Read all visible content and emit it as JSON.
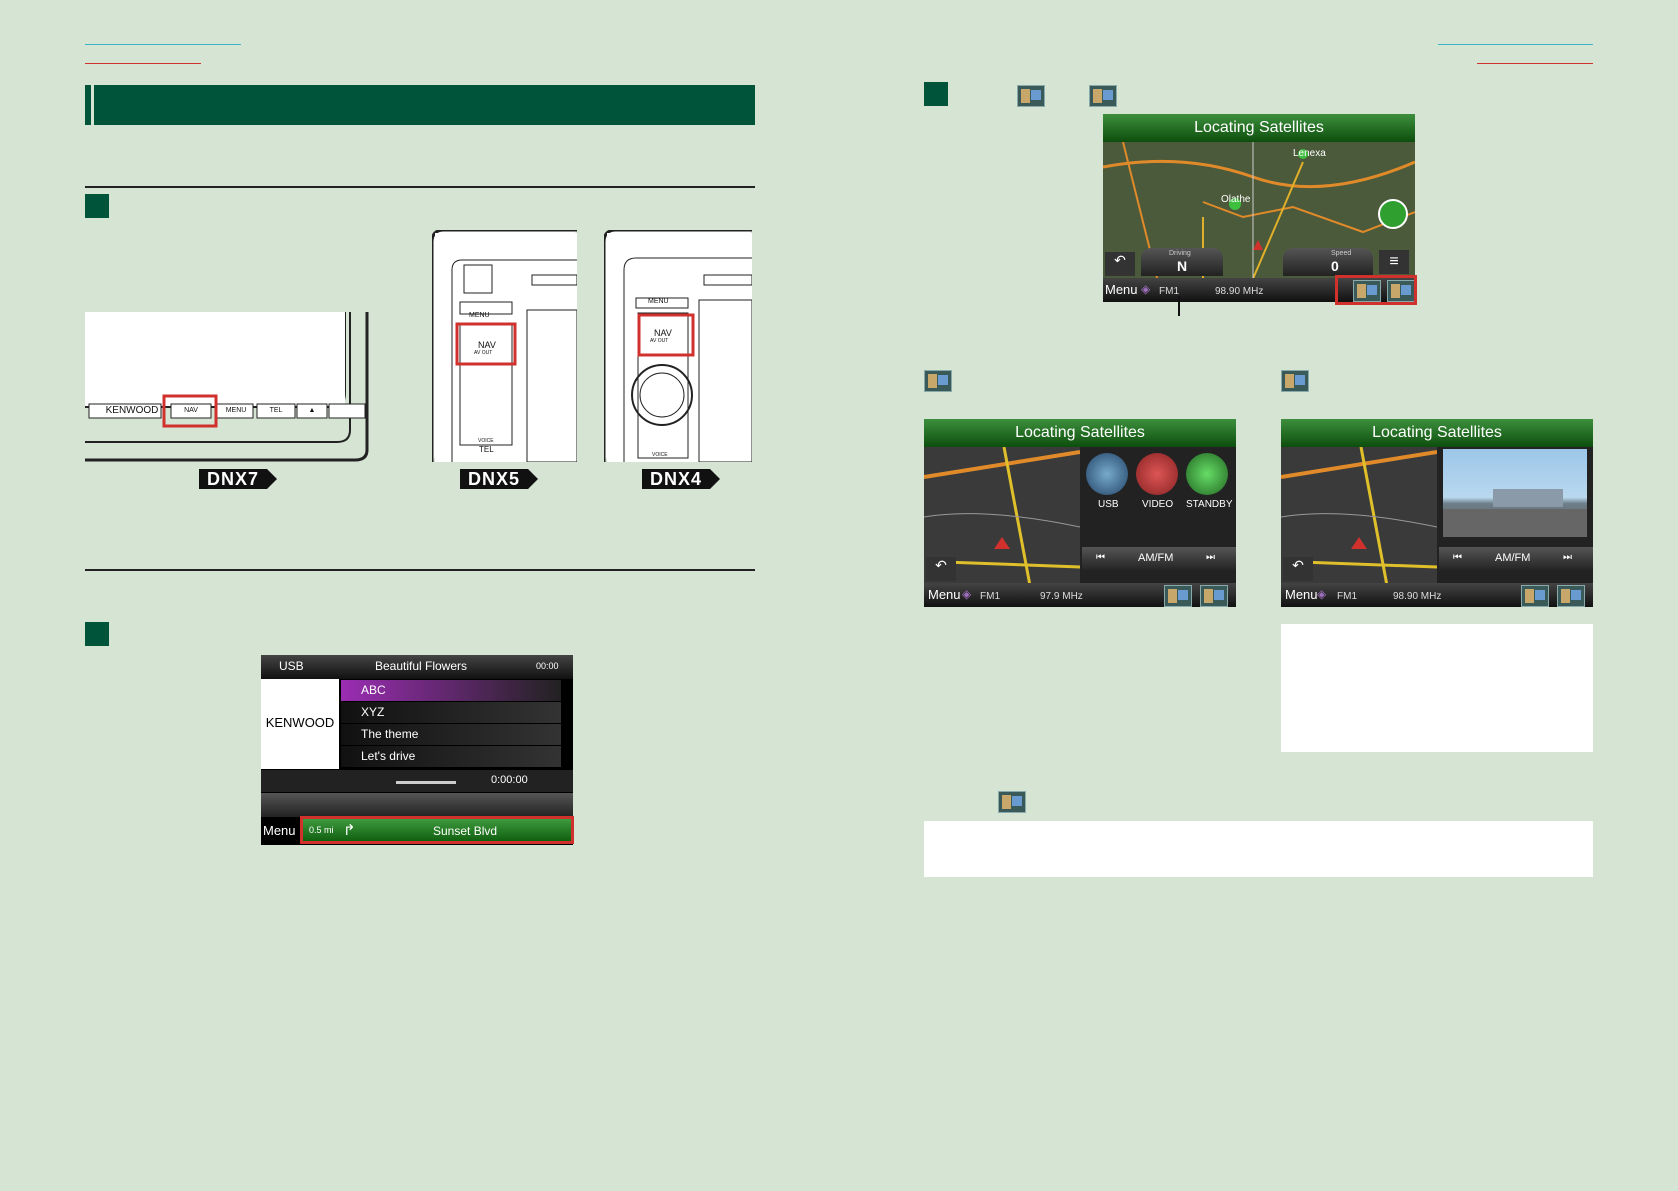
{
  "device_panels": {
    "dnx7": {
      "brand": "KENWOOD",
      "buttons": [
        "NAV",
        "MENU",
        "TEL",
        "▲"
      ],
      "badge": "DNX7"
    },
    "dnx5": {
      "menu_label": "MENU",
      "nav_label": "NAV",
      "nav_sub": "AV OUT",
      "tel_label": "TEL",
      "voice_label": "VOICE",
      "badge": "DNX5"
    },
    "dnx4": {
      "menu_label": "MENU",
      "nav_label": "NAV",
      "nav_sub": "AV OUT",
      "voice_label": "VOICE",
      "badge": "DNX4"
    }
  },
  "usb_screen": {
    "source": "USB",
    "album": "Beautiful Flowers",
    "time_top": "00:00",
    "brand": "KENWOOD",
    "tracks": [
      "ABC",
      "XYZ",
      "The theme",
      "Let's drive"
    ],
    "elapsed": "0:00:00",
    "menu_label": "Menu",
    "nav_distance": "0.5 mi",
    "nav_street": "Sunset Blvd"
  },
  "nav_main": {
    "title": "Locating Satellites",
    "place1": "Lenexa",
    "place2": "Olathe",
    "driving_label": "Driving",
    "heading": "N",
    "speed_label": "Speed",
    "speed_value": "0",
    "menu_label": "Menu",
    "band": "FM1",
    "frequency": "98.90 MHz"
  },
  "nav_split_left": {
    "title": "Locating Satellites",
    "apps": [
      "USB",
      "VIDEO",
      "STANDBY"
    ],
    "source_label": "AM/FM",
    "menu_label": "Menu",
    "band": "FM1",
    "frequency": "97.9 MHz"
  },
  "nav_split_right": {
    "title": "Locating Satellites",
    "source_label": "AM/FM",
    "menu_label": "Menu",
    "band": "FM1",
    "frequency": "98.90 MHz"
  },
  "colors": {
    "page_bg": "#d6e4d3",
    "accent_green": "#00543a",
    "highlight_red": "#d0312d",
    "header_rule_cyan": "#3bb3c9"
  }
}
